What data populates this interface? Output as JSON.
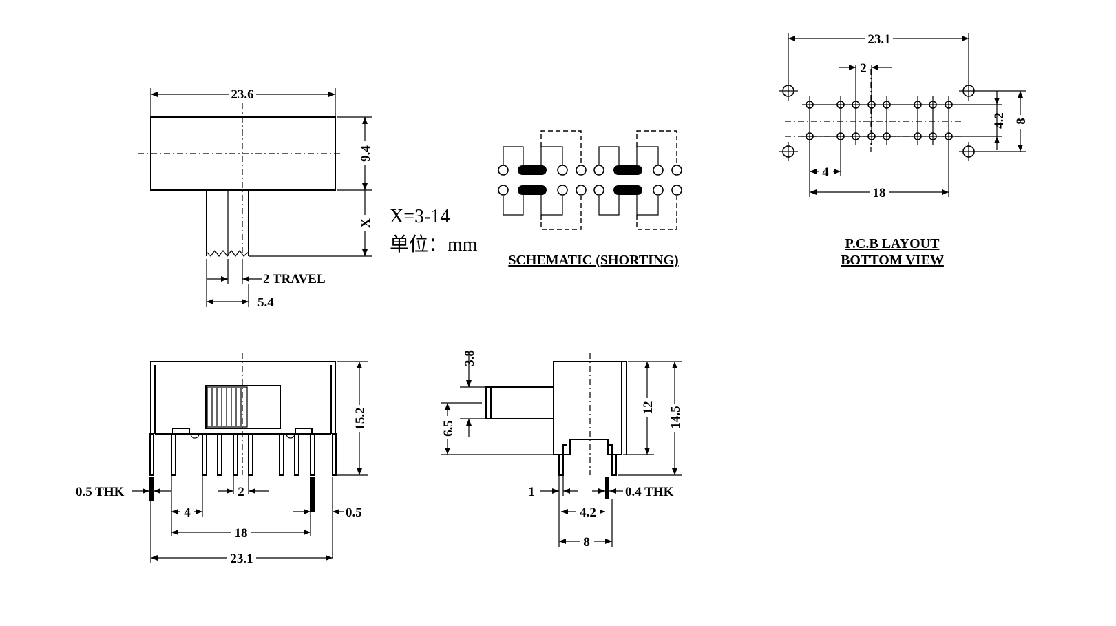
{
  "top_view": {
    "width": "23.6",
    "height": "9.4",
    "actuator_length": "X",
    "travel": "2 TRAVEL",
    "actuator_width": "5.4"
  },
  "spec": {
    "range": "X=3-14",
    "unit": "单位：mm"
  },
  "schematic": {
    "title": "SCHEMATIC (SHORTING)"
  },
  "pcb": {
    "width": "23.1",
    "pitch": "2",
    "row_spacing": "4.2",
    "mount_spacing": "8",
    "first_pitch": "4",
    "span": "18",
    "title_line1": "P.C.B LAYOUT",
    "title_line2": "BOTTOM VIEW"
  },
  "front_view": {
    "height": "15.2",
    "thickness": "0.5 THK",
    "pitch": "2",
    "first_pitch": "4",
    "span": "18",
    "pin_offset": "0.5",
    "width": "23.1"
  },
  "side_view": {
    "knob_height": "3.8",
    "knob_pos": "6.5",
    "body_height": "12",
    "total_height": "14.5",
    "pin_width": "1",
    "thickness": "0.4 THK",
    "pin_spacing": "4.2",
    "width": "8"
  }
}
